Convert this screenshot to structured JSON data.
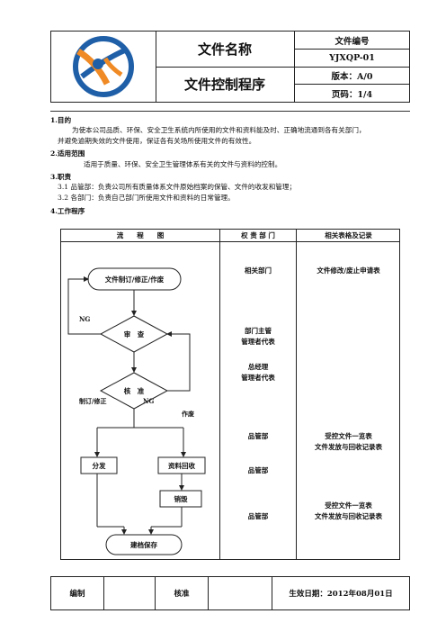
{
  "header": {
    "file_name_label": "文件名称",
    "document_title": "文件控制程序",
    "doc_number_label": "文件编号",
    "doc_number": "YJXQP-01",
    "version": "版本：A/0",
    "page": "页码：1/4"
  },
  "sections": {
    "s1_heading": "1.目的",
    "s1_line1": "为使本公司品质、环保、安全卫生系统内所使用的文件和资料能及时、正确地流通到各有关部门，",
    "s1_line2": "并避免逾期失效的文件使用，保证各有关场所使用文件的有效性。",
    "s2_heading": "2.适用范围",
    "s2_line1": "适用于质量、环保、安全卫生管理体系有关的文件与资料的控制。",
    "s3_heading": "3.职责",
    "s3_line1": "3.1 品管部：负责公司所有质量体系文件原始档案的保管、文件的收发和管理；",
    "s3_line2": "3.2 各部门：负责自己部门所使用文件和资料的日常管理。",
    "s4_heading": "4.工作程序"
  },
  "flow_table": {
    "col1": "流　　程　　图",
    "col2": "权 责 部 门",
    "col3": "相关表格及记录",
    "rows": [
      {
        "dept": "相关部门",
        "record": "文件修改/废止申请表"
      },
      {
        "dept": "部门主管\n管理者代表",
        "record": ""
      },
      {
        "dept": "总经理\n管理者代表",
        "record": ""
      },
      {
        "dept": "品管部",
        "record": "受控文件一览表\n文件发放与回收记录表"
      },
      {
        "dept": "品管部",
        "record": ""
      },
      {
        "dept": "品管部",
        "record": "受控文件一览表\n文件发放与回收记录表"
      }
    ]
  },
  "flowchart": {
    "start": "文件制订/修正/作废",
    "review": "审　查",
    "approve": "核　准",
    "ng_label": "NG",
    "side_label_left": "制订/修正",
    "side_label_ng": "NG",
    "side_label_right": "作废",
    "distribute": "分发",
    "recall": "资料回收",
    "destroy": "销毁",
    "archive": "建档保存"
  },
  "footer": {
    "compiled": "编制",
    "approved": "核准",
    "effective": "生效日期：2012年08月01日"
  },
  "colors": {
    "logo_blue": "#1f5fa8",
    "logo_orange": "#f08a24"
  }
}
